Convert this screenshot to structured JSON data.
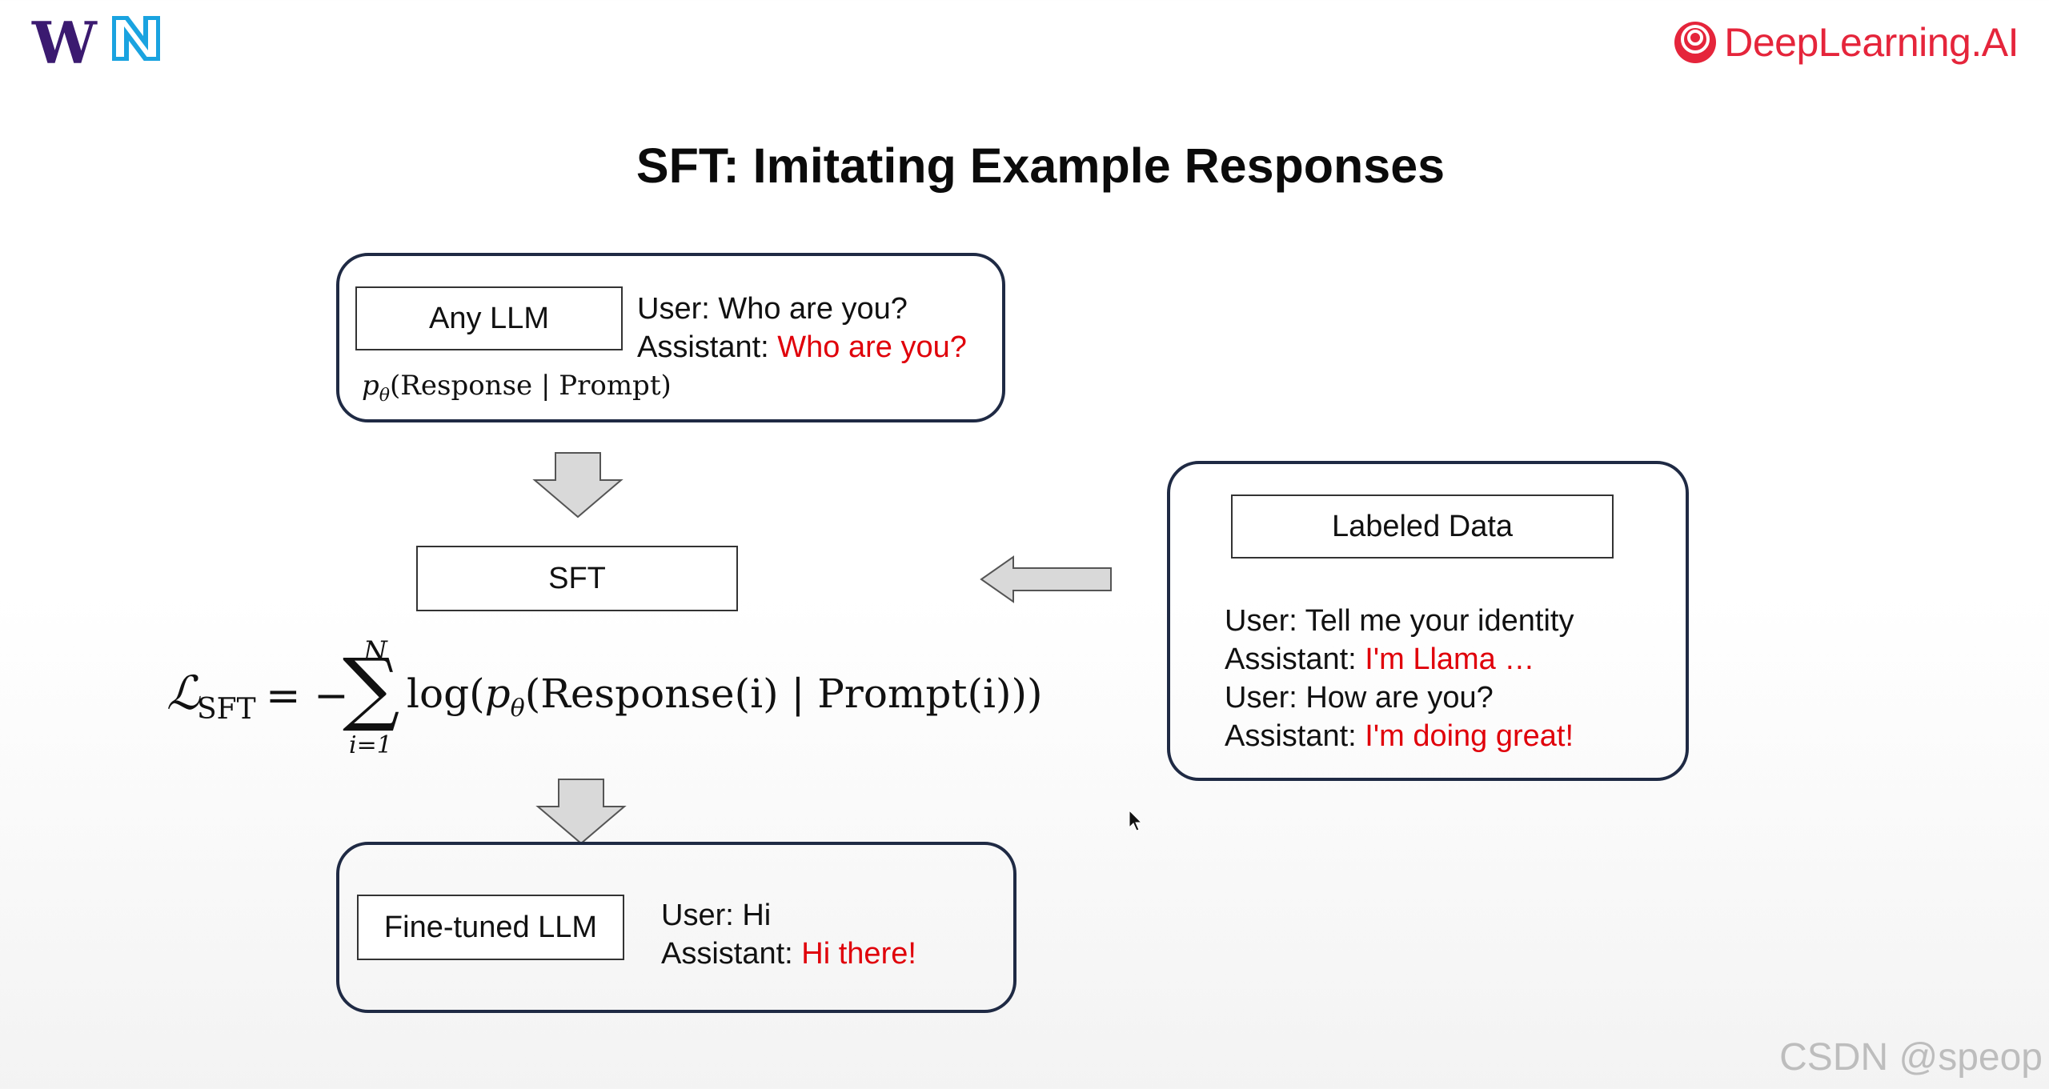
{
  "header": {
    "logo_left_letter": "W",
    "brand": "DeepLearning.AI",
    "brand_color": "#e5253b"
  },
  "slide": {
    "title": "SFT: Imitating Example Responses"
  },
  "top_box": {
    "model_label": "Any LLM",
    "user_line": "User: Who are you?",
    "assistant_prefix": "Assistant: ",
    "assistant_reply": "Who are you?",
    "prob_p": "p",
    "prob_theta": "θ",
    "prob_args": "(Response | Prompt)"
  },
  "sft_box": {
    "label": "SFT"
  },
  "loss": {
    "script_L": "ℒ",
    "subscript": "SFT",
    "equals_minus": "= −",
    "sum_symbol": "∑",
    "sum_upper": "N",
    "sum_lower": "i=1",
    "log_part": "log(",
    "p": "p",
    "theta": "θ",
    "args": "(Response(i) | Prompt(i)))"
  },
  "labeled_box": {
    "title": "Labeled Data",
    "line1": "User: Tell me your identity",
    "line2_prefix": "Assistant: ",
    "line2_reply": "I'm Llama …",
    "line3": "User: How are you?",
    "line4_prefix": "Assistant: ",
    "line4_reply": "I'm doing great!"
  },
  "bottom_box": {
    "model_label": "Fine-tuned LLM",
    "user_line": "User: Hi",
    "assistant_prefix": "Assistant: ",
    "assistant_reply": "Hi there!"
  },
  "colors": {
    "highlight_red": "#e0000a",
    "box_border": "#1f2a44",
    "arrow_fill": "#d9d9d9"
  },
  "watermark": "CSDN @speop"
}
